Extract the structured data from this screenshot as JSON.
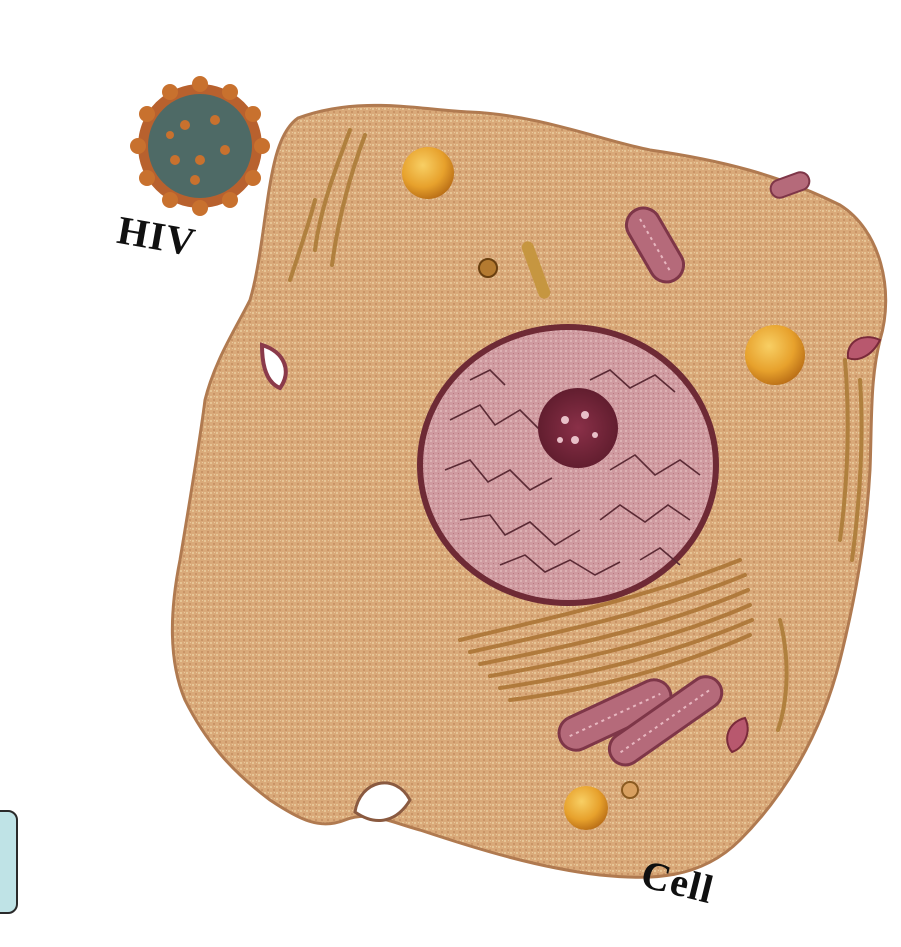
{
  "labels": {
    "hiv": "HIV",
    "cell": "Cell"
  },
  "colors": {
    "cytoplasm": "#d9a979",
    "cytoplasm_light": "#e3bf8f",
    "nucleus": "#c98a92",
    "nucleolus": "#6e2235",
    "virus_core": "#4e6a66",
    "virus_spike": "#b8612e",
    "mitochondria": "#b56a7a",
    "vesicle": "#e7a12c",
    "golgi": "#b07a3c",
    "side_tab": "#bfe3e6"
  },
  "icons": {
    "side_tab": "side-tab-handle"
  }
}
